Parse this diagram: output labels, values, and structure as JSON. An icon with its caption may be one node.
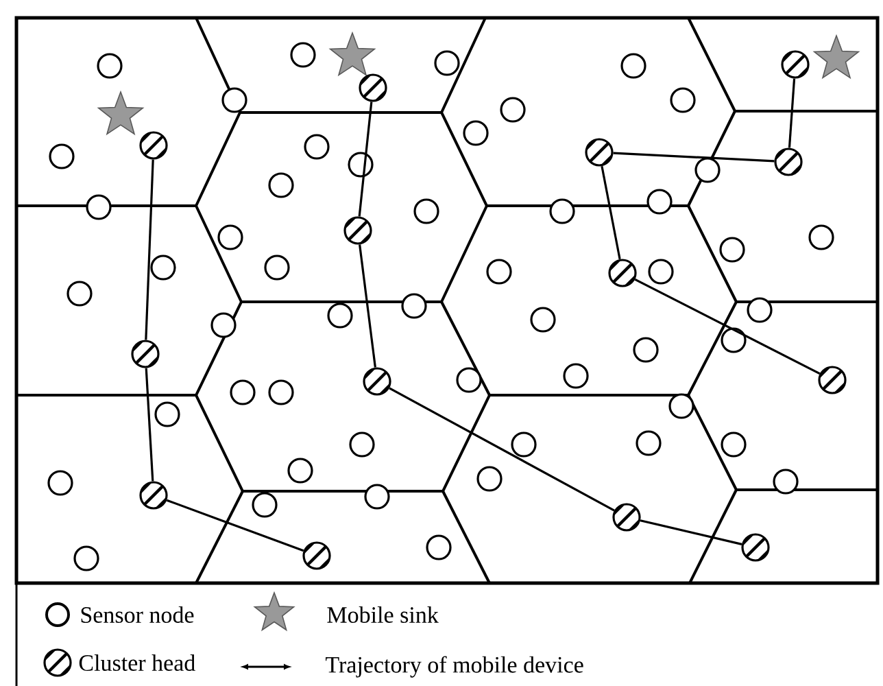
{
  "diagram": {
    "nodes": [
      {
        "text": [],
        "shape": "circle"
      },
      {
        "text": [],
        "shape": "circle"
      },
      {
        "text": [],
        "shape": "circle"
      },
      {
        "text": [],
        "shape": "circle"
      },
      {
        "text": [],
        "shape": "circle"
      },
      {
        "text": [],
        "shape": "circle"
      },
      {
        "text": [],
        "shape": "circle"
      },
      {
        "text": [],
        "shape": "circle"
      },
      {
        "text": [],
        "shape": "circle"
      },
      {
        "text": [],
        "shape": "circle"
      },
      {
        "text": [],
        "shape": "circle"
      },
      {
        "text": [],
        "shape": "circle"
      },
      {
        "text": [],
        "shape": "circle"
      },
      {
        "text": [],
        "shape": "circle"
      }
    ],
    "edges": [
      {
        "from": 0,
        "to": 1,
        "arrow": "none"
      },
      {
        "from": 1,
        "to": 2,
        "arrow": "none"
      },
      {
        "from": 2,
        "to": 3,
        "arrow": "none"
      },
      {
        "from": 4,
        "to": 5,
        "arrow": "none"
      },
      {
        "from": 5,
        "to": 6,
        "arrow": "none"
      },
      {
        "from": 6,
        "to": 7,
        "arrow": "none"
      },
      {
        "from": 7,
        "to": 8,
        "arrow": "none"
      },
      {
        "from": 9,
        "to": 10,
        "arrow": "none"
      },
      {
        "from": 10,
        "to": 11,
        "arrow": "none"
      },
      {
        "from": 11,
        "to": 12,
        "arrow": "none"
      },
      {
        "from": 12,
        "to": 13,
        "arrow": "none"
      }
    ],
    "legend": [
      {
        "text": "Sensor node"
      },
      {
        "text": "Mobile sink"
      },
      {
        "text": "Cluster head"
      },
      {
        "text": "Trajectory of mobile device"
      }
    ]
  }
}
